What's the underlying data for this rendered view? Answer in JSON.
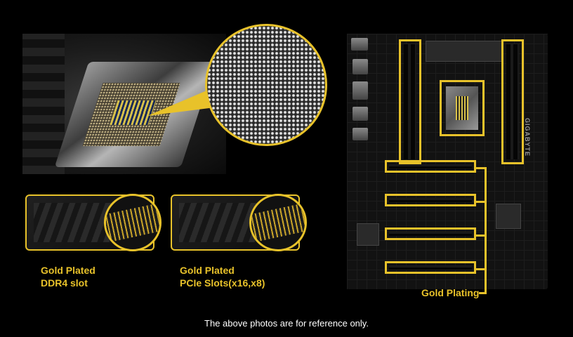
{
  "labels": {
    "ddr4_line1": "Gold Plated",
    "ddr4_line2": "DDR4 slot",
    "pcie_line1": "Gold Plated",
    "pcie_line2": "PCIe Slots(x16,x8)",
    "plating": "Gold Plating"
  },
  "board": {
    "brand": "GIGABYTE"
  },
  "footnote": "The above photos are for reference only.",
  "colors": {
    "accent": "#e8c22a",
    "background": "#000000",
    "footnote_text": "#ffffff"
  }
}
